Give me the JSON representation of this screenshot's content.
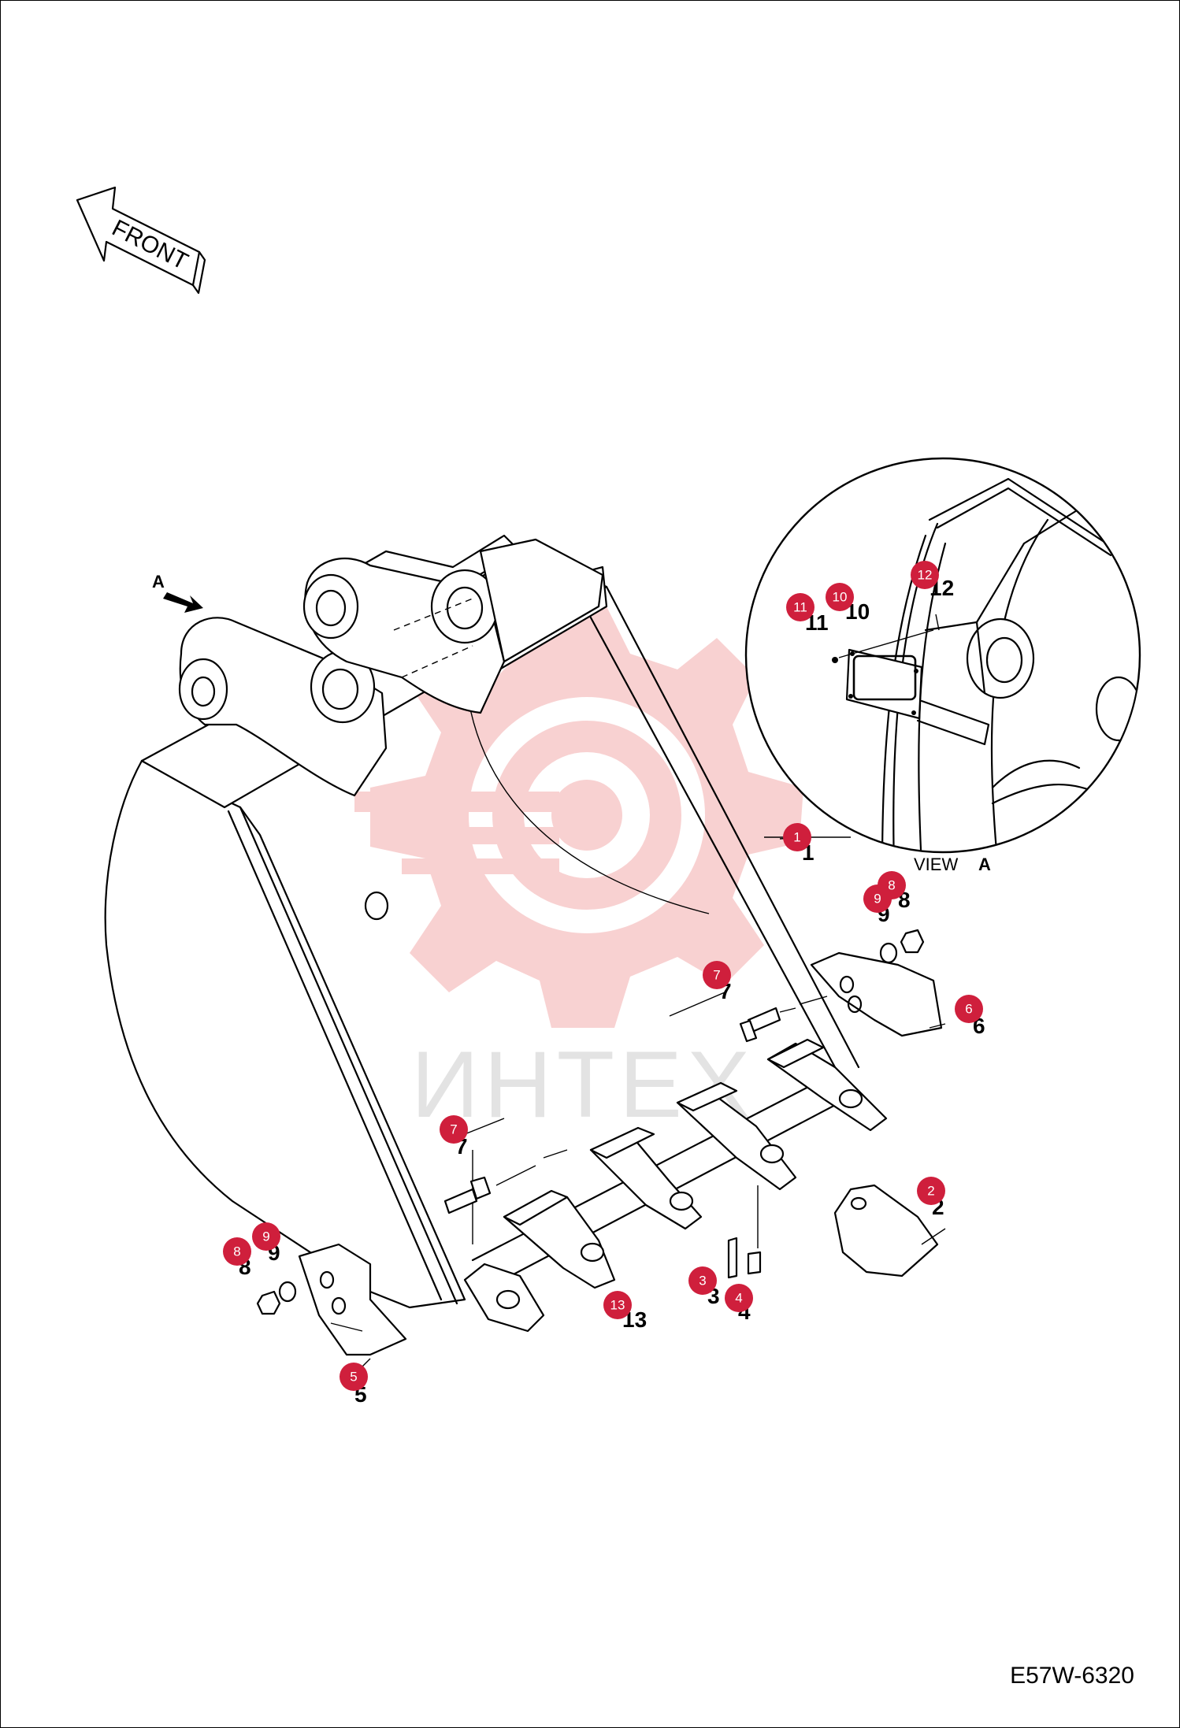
{
  "diagram": {
    "front_label": "FRONT",
    "view_arrow_label": "A",
    "view_label": "VIEW",
    "view_letter": "A",
    "drawing_code": "E57W-6320",
    "watermark": "ИНТЕХ",
    "colors": {
      "callout": "#cf1f3c",
      "line": "#000000",
      "watermark": "#f6c6c6"
    },
    "part_labels": [
      {
        "id": "p1",
        "text": "1"
      },
      {
        "id": "p2",
        "text": "2"
      },
      {
        "id": "p3",
        "text": "3"
      },
      {
        "id": "p4",
        "text": "4"
      },
      {
        "id": "p5",
        "text": "5"
      },
      {
        "id": "p6",
        "text": "6"
      },
      {
        "id": "p7a",
        "text": "7"
      },
      {
        "id": "p7b",
        "text": "7"
      },
      {
        "id": "p8a",
        "text": "8"
      },
      {
        "id": "p8b",
        "text": "8"
      },
      {
        "id": "p9a",
        "text": "9"
      },
      {
        "id": "p9b",
        "text": "9"
      },
      {
        "id": "p10",
        "text": "10"
      },
      {
        "id": "p11",
        "text": "11"
      },
      {
        "id": "p12",
        "text": "12"
      },
      {
        "id": "p13",
        "text": "13"
      }
    ],
    "callouts": [
      {
        "id": "c1",
        "text": "1"
      },
      {
        "id": "c2",
        "text": "2"
      },
      {
        "id": "c3",
        "text": "3"
      },
      {
        "id": "c4",
        "text": "4"
      },
      {
        "id": "c5",
        "text": "5"
      },
      {
        "id": "c6",
        "text": "6"
      },
      {
        "id": "c7a",
        "text": "7"
      },
      {
        "id": "c7b",
        "text": "7"
      },
      {
        "id": "c8a",
        "text": "8"
      },
      {
        "id": "c8b",
        "text": "8"
      },
      {
        "id": "c9a",
        "text": "9"
      },
      {
        "id": "c9b",
        "text": "9"
      },
      {
        "id": "c10",
        "text": "10"
      },
      {
        "id": "c11",
        "text": "11"
      },
      {
        "id": "c12",
        "text": "12"
      },
      {
        "id": "c13",
        "text": "13"
      }
    ]
  }
}
